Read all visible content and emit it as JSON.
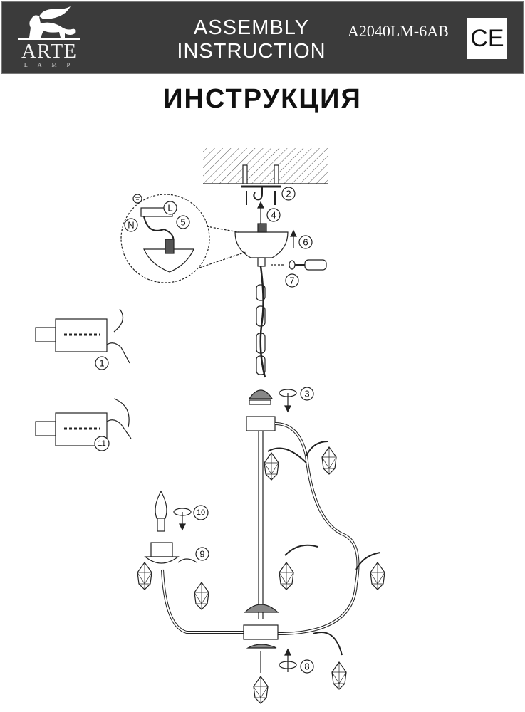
{
  "header": {
    "brand": "ARTE",
    "brand_sub": "LAMP",
    "title_line1": "ASSEMBLY",
    "title_line2": "INSTRUCTION",
    "model": "A2040LM-6AB",
    "certification": "CE"
  },
  "page_title": "ИНСТРУКЦИЯ",
  "diagram": {
    "steps": [
      "1",
      "2",
      "3",
      "4",
      "5",
      "6",
      "7",
      "8",
      "9",
      "10",
      "11"
    ],
    "wiring_labels": {
      "neutral": "N",
      "live": "L"
    }
  },
  "icons": [
    "lion-logo-icon",
    "ground-symbol-icon",
    "arrow-icon",
    "rotate-arrow-icon",
    "screwdriver-icon",
    "bulb-icon",
    "crystal-pendant-icon"
  ]
}
